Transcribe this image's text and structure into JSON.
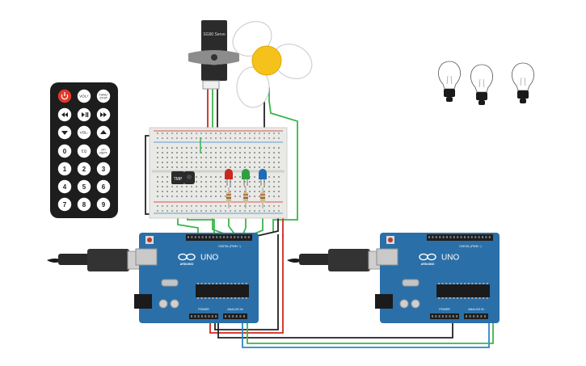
{
  "servo": {
    "model": "SG90 Servo"
  },
  "remote": {
    "buttons": [
      {
        "label": "",
        "name": "power-button",
        "kind": "power"
      },
      {
        "label": "VOL+",
        "name": "vol-up-button"
      },
      {
        "label": "FUNC/STOP",
        "name": "func-stop-button"
      },
      {
        "label": "",
        "name": "rewind-button",
        "kind": "rewind"
      },
      {
        "label": "",
        "name": "play-pause-button",
        "kind": "play"
      },
      {
        "label": "",
        "name": "fast-forward-button",
        "kind": "ff"
      },
      {
        "label": "",
        "name": "down-button",
        "kind": "down"
      },
      {
        "label": "VOL-",
        "name": "vol-down-button"
      },
      {
        "label": "",
        "name": "up-button",
        "kind": "up"
      },
      {
        "label": "0",
        "name": "digit-0-button"
      },
      {
        "label": "EQ",
        "name": "eq-button"
      },
      {
        "label": "ST/REPT",
        "name": "st-rept-button"
      },
      {
        "label": "1",
        "name": "digit-1-button"
      },
      {
        "label": "2",
        "name": "digit-2-button"
      },
      {
        "label": "3",
        "name": "digit-3-button"
      },
      {
        "label": "4",
        "name": "digit-4-button"
      },
      {
        "label": "5",
        "name": "digit-5-button"
      },
      {
        "label": "6",
        "name": "digit-6-button"
      },
      {
        "label": "7",
        "name": "digit-7-button"
      },
      {
        "label": "8",
        "name": "digit-8-button"
      },
      {
        "label": "9",
        "name": "digit-9-button"
      }
    ]
  },
  "sensors": {
    "tmp": "TMP",
    "ir": ""
  },
  "arduino1": {
    "brand": "ARDUINO",
    "model": "UNO",
    "digital": "DIGITAL (PWM ~)",
    "power": "POWER",
    "analog": "ANALOG IN"
  },
  "arduino2": {
    "brand": "ARDUINO",
    "model": "UNO",
    "digital": "DIGITAL (PWM ~)",
    "power": "POWER",
    "analog": "ANALOG IN"
  },
  "colors": {
    "board": "#2a6fa8",
    "breadboard": "#e9e9e6",
    "wire_red": "#d2261f",
    "wire_green": "#3bb54a",
    "wire_black": "#222222",
    "wire_blue": "#2f86c7",
    "led_red": "#c8281f",
    "led_green": "#2ea043",
    "led_blue": "#1f6db5",
    "fan_hub": "#f4c21a"
  }
}
